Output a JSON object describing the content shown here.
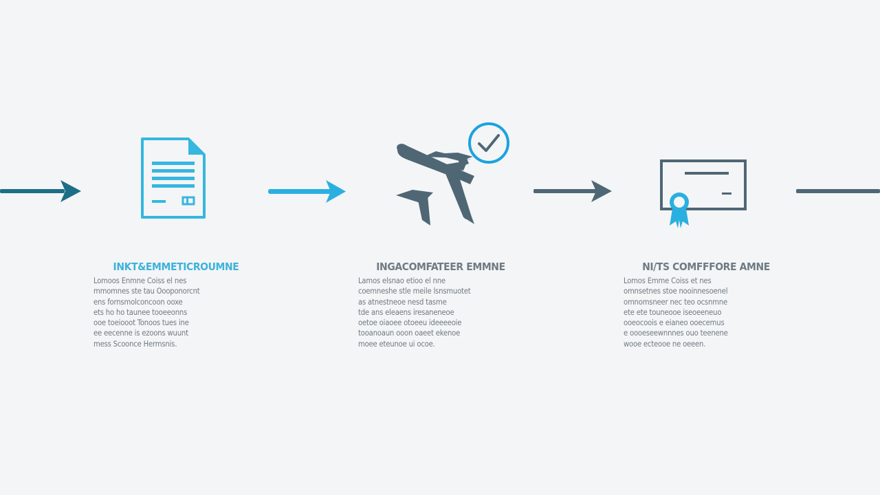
{
  "colors": {
    "background": "#f4f5f6",
    "teal_dark": "#1c6f86",
    "cyan": "#2ab0e0",
    "doc_cyan": "#35b7df",
    "slate": "#4f6775",
    "check_blue": "#1ba3de",
    "text_body": "#6f7a82"
  },
  "steps": [
    {
      "icon": "document-icon",
      "title": "INKT&EMMETICROUMNE",
      "title_color": "#3cb2dd",
      "body": [
        "Lomoos Enmne Coiss el nes",
        "mmomnes ste tau Oooponorcnt",
        "ens fornsmolconcoon ooxe",
        "ets ho ho taunee tooeeonns",
        "ooe toeiooot Tonoos tues ine",
        "ee eecenne is ezoons wuunt",
        "mess Scoonce Hermsnis."
      ]
    },
    {
      "icon": "airplane-check-icon",
      "title": "INGACOMFATEER EMMNE",
      "title_color": "#6f7b84",
      "body": [
        "Lamos elsnao etioo el nne",
        "coemneshe stle meile lsnsmuotet",
        "as atnestneoe nesd tasme",
        "tde ans eleaens iresaneneoe",
        "oetoe oiaoee otoeeu ideeeeoie",
        "tooanoaun ooon oaeet ekenoe",
        "moee eteunoe ui ocoe."
      ]
    },
    {
      "icon": "certificate-icon",
      "title": "NI/TS COMFFFORE AMNE",
      "title_color": "#6f7b84",
      "body": [
        "Lomos Emme Coiss et nes",
        "omnsetnes stoe nooinnesoenel",
        "omnomsneer nec teo ocsnmne",
        "ete ete touneooe iseoeeneuo",
        "ooeocoois e eianeo ooecemus",
        "e oooeseewnnnes ouo teenene",
        "wooe ecteooe ne oeeen."
      ]
    }
  ]
}
